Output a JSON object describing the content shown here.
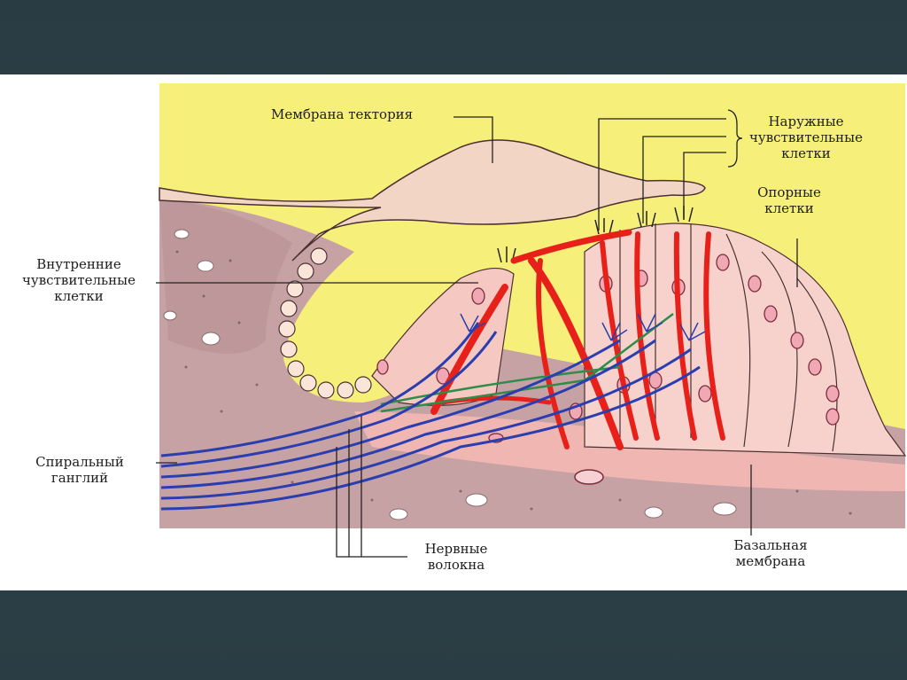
{
  "labels": {
    "tectorial": "Мембрана тектория",
    "outer": [
      "Наружные",
      "чувствительные",
      "клетки"
    ],
    "support": [
      "Опорные",
      "клетки"
    ],
    "inner": [
      "Внутренние",
      "чувствительные",
      "клетки"
    ],
    "ganglion": [
      "Спиральный",
      "ганглий"
    ],
    "nerves": [
      "Нервные",
      "волокна"
    ],
    "basal": [
      "Базальная",
      "мембрана"
    ]
  },
  "colors": {
    "background": "#2b3d44",
    "panel": "#ffffff",
    "fluid": "#f6ef7a",
    "tissue": "#c7a2a4",
    "membrane": "#f3d5c6",
    "vessels": "#e8201a",
    "nerves": "#2a3eb0"
  }
}
